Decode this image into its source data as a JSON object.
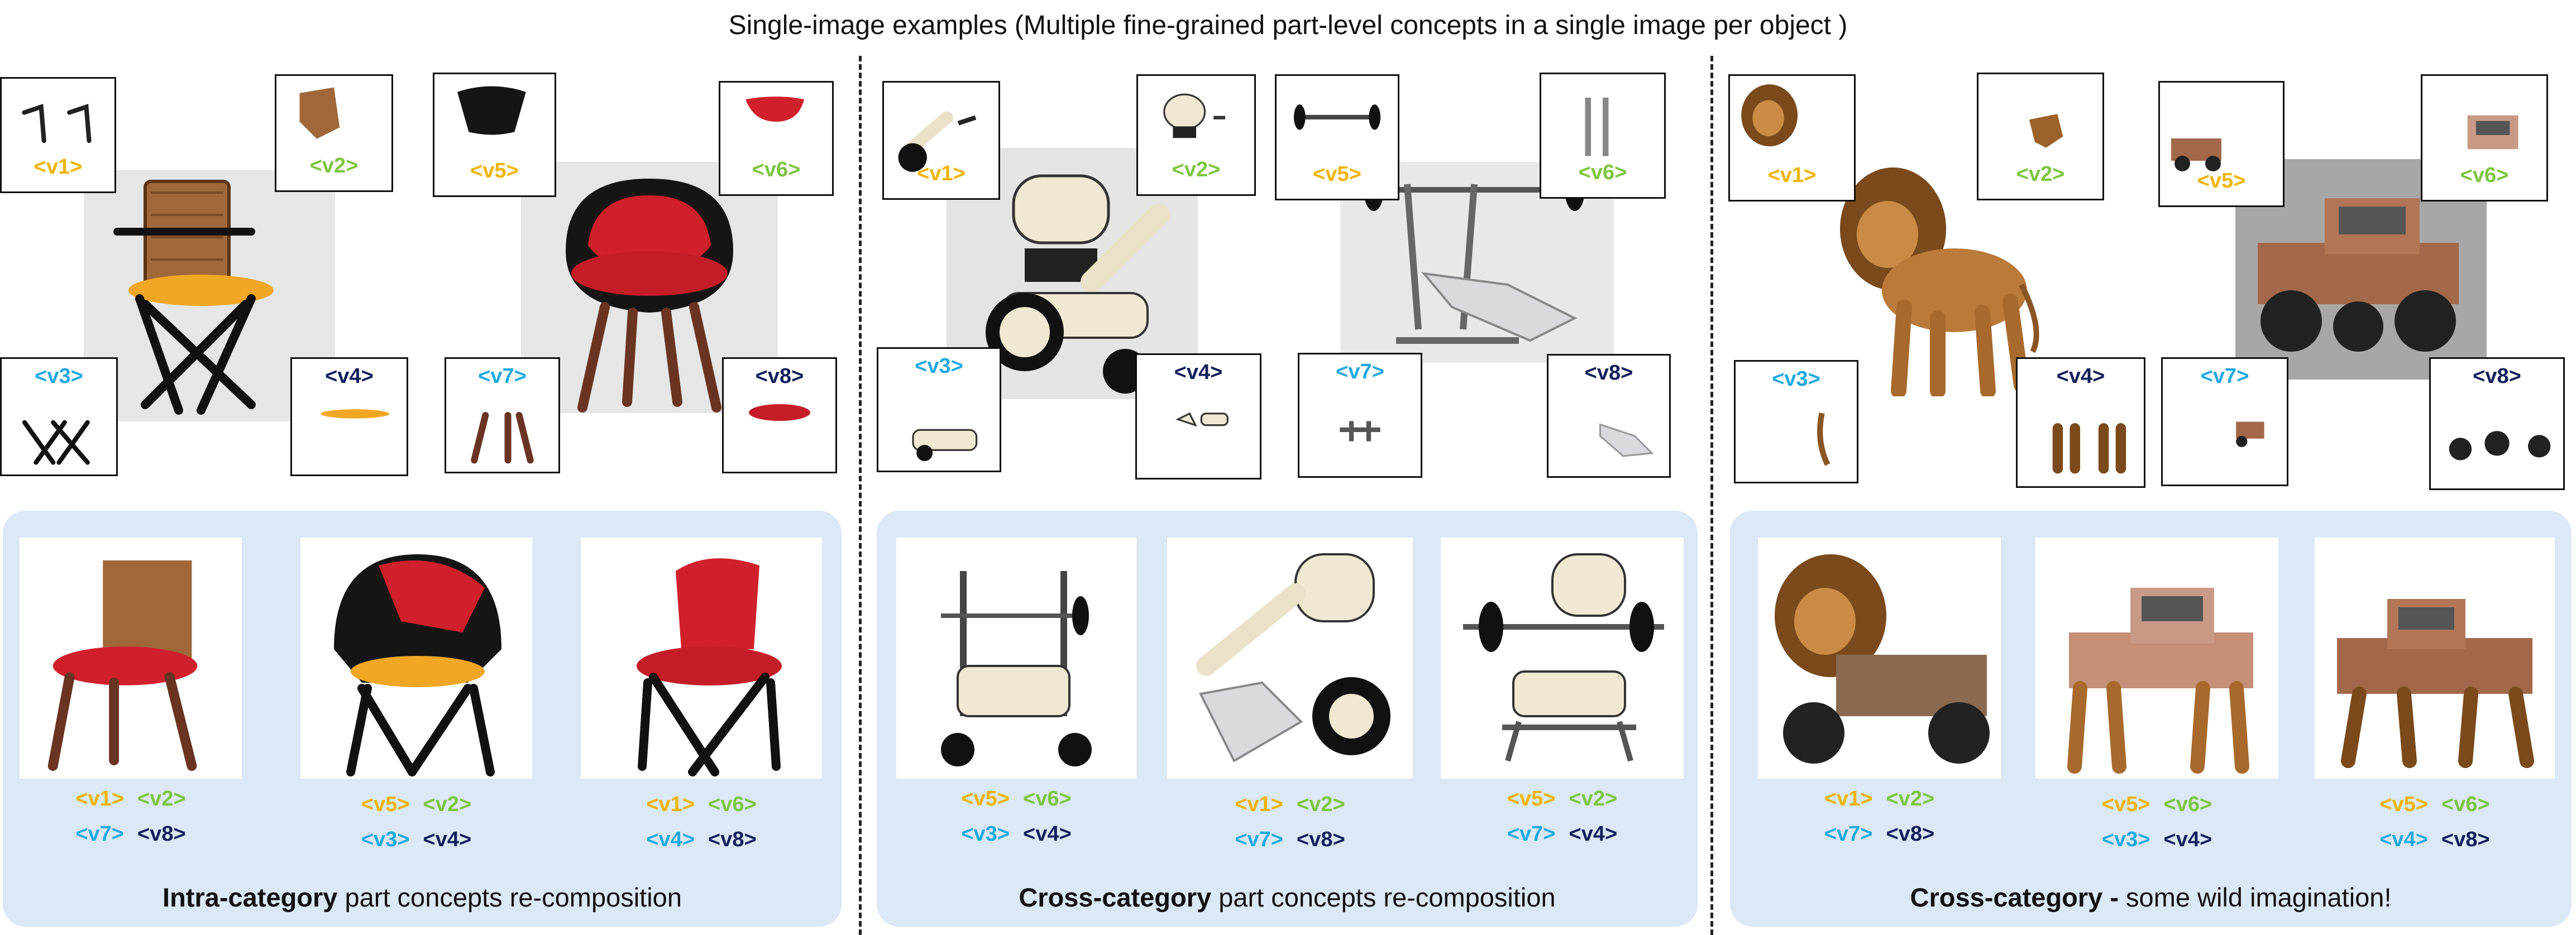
{
  "title": "Single-image examples (Multiple fine-grained part-level concepts in a single image per object )",
  "colors": {
    "v1": "#f0b400",
    "v2": "#7ec540",
    "v3": "#1ea9e0",
    "v4": "#14205a",
    "v5": "#f0b400",
    "v6": "#7ec540",
    "v7": "#1ea9e0",
    "v8": "#14205a",
    "panel": "#dbe8f5"
  },
  "sections": [
    {
      "tags": [
        "<v1>",
        "<v2>",
        "<v3>",
        "<v4>",
        "<v5>",
        "<v6>",
        "<v7>",
        "<v8>"
      ],
      "results": [
        {
          "l1a": "<v1>",
          "l1b": "<v2>",
          "l2a": "<v7>",
          "l2b": "<v8>"
        },
        {
          "l1a": "<v5>",
          "l1b": "<v2>",
          "l2a": "<v3>",
          "l2b": "<v4>"
        },
        {
          "l1a": "<v1>",
          "l1b": "<v6>",
          "l2a": "<v4>",
          "l2b": "<v8>"
        }
      ],
      "caption_bold": "Intra-category",
      "caption_rest": " part concepts re-composition"
    },
    {
      "tags": [
        "<v1>",
        "<v2>",
        "<v3>",
        "<v4>",
        "<v5>",
        "<v6>",
        "<v7>",
        "<v8>"
      ],
      "results": [
        {
          "l1a": "<v5>",
          "l1b": "<v6>",
          "l2a": "<v3>",
          "l2b": "<v4>"
        },
        {
          "l1a": "<v1>",
          "l1b": "<v2>",
          "l2a": "<v7>",
          "l2b": "<v8>"
        },
        {
          "l1a": "<v5>",
          "l1b": "<v2>",
          "l2a": "<v7>",
          "l2b": "<v4>"
        }
      ],
      "caption_bold": "Cross-category",
      "caption_rest": " part concepts re-composition"
    },
    {
      "tags": [
        "<v1>",
        "<v2>",
        "<v3>",
        "<v4>",
        "<v5>",
        "<v6>",
        "<v7>",
        "<v8>"
      ],
      "results": [
        {
          "l1a": "<v1>",
          "l1b": "<v2>",
          "l2a": "<v7>",
          "l2b": "<v8>"
        },
        {
          "l1a": "<v5>",
          "l1b": "<v6>",
          "l2a": "<v3>",
          "l2b": "<v4>"
        },
        {
          "l1a": "<v5>",
          "l1b": "<v6>",
          "l2a": "<v4>",
          "l2b": "<v8>"
        }
      ],
      "caption_bold": "Cross-category -",
      "caption_rest": " some wild imagination!"
    }
  ]
}
